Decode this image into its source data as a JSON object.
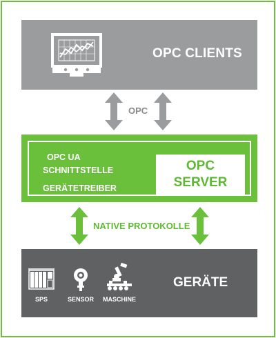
{
  "clients": {
    "title": "OPC CLIENTS",
    "icon": "monitor-chart-icon"
  },
  "link_top": {
    "label": "OPC",
    "color": "#9b9c9e"
  },
  "server": {
    "line1": "OPC UA",
    "line2": "SCHNITTSTELLE",
    "line3": "GERÄTETREIBER",
    "title_line1": "OPC",
    "title_line2": "SERVER",
    "color": "#6abf3b"
  },
  "link_bottom": {
    "label": "NATIVE PROTOKOLLE",
    "color": "#6abf3b"
  },
  "devices": {
    "title": "GERÄTE",
    "items": [
      {
        "label": "SPS",
        "icon": "plc-icon"
      },
      {
        "label": "SENSOR",
        "icon": "sensor-icon"
      },
      {
        "label": "MASCHINE",
        "icon": "robot-arm-icon"
      }
    ],
    "color": "#5f6163"
  }
}
